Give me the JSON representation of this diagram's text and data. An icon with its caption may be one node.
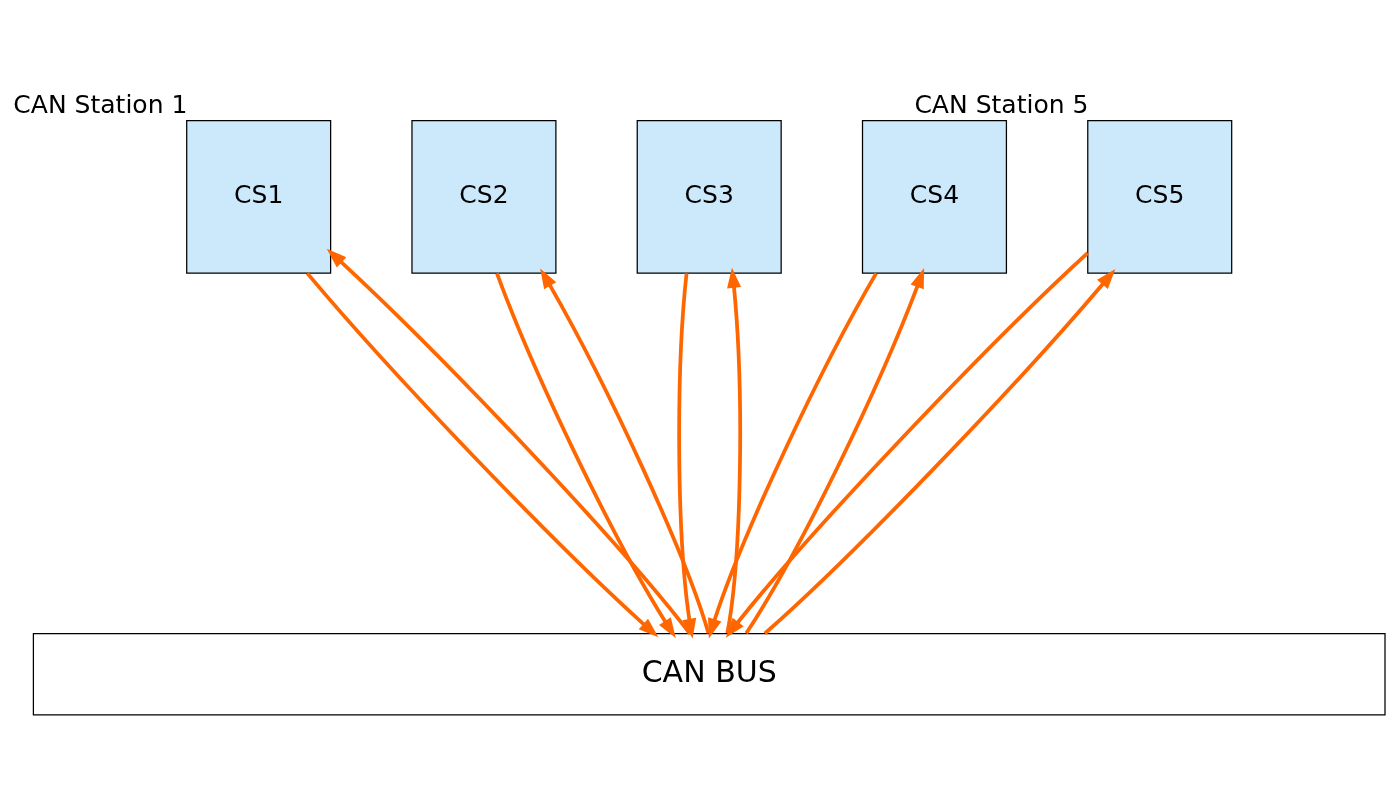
{
  "diagram": {
    "nodes": [
      {
        "text": [
          "CS1"
        ],
        "beside": [
          "CAN Station 1"
        ]
      },
      {
        "text": [
          "CS2"
        ]
      },
      {
        "text": [
          "CS3"
        ]
      },
      {
        "text": [
          "CS4"
        ]
      },
      {
        "text": [
          "CS5"
        ],
        "beside": [
          "CAN Station 5"
        ]
      },
      {
        "text": [
          "CAN BUS"
        ]
      }
    ],
    "edges": [
      {
        "from": 0,
        "to": 5,
        "arrow": "to"
      },
      {
        "from": 5,
        "to": 0,
        "arrow": "to"
      },
      {
        "from": 1,
        "to": 5,
        "arrow": "to"
      },
      {
        "from": 5,
        "to": 1,
        "arrow": "to"
      },
      {
        "from": 2,
        "to": 5,
        "arrow": "to"
      },
      {
        "from": 5,
        "to": 2,
        "arrow": "to"
      },
      {
        "from": 3,
        "to": 5,
        "arrow": "to"
      },
      {
        "from": 5,
        "to": 3,
        "arrow": "to"
      },
      {
        "from": 4,
        "to": 5,
        "arrow": "to"
      },
      {
        "from": 5,
        "to": 4,
        "arrow": "to"
      }
    ]
  }
}
